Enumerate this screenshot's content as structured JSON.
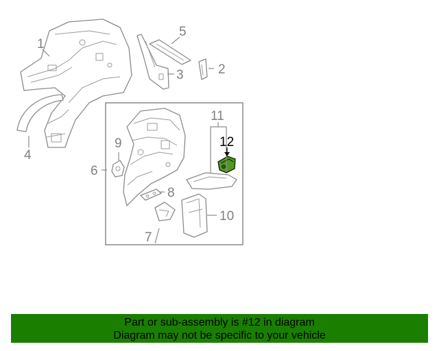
{
  "diagram": {
    "callouts": [
      {
        "id": "1",
        "label": "1"
      },
      {
        "id": "2",
        "label": "2"
      },
      {
        "id": "3",
        "label": "3"
      },
      {
        "id": "4",
        "label": "4"
      },
      {
        "id": "5",
        "label": "5"
      },
      {
        "id": "6",
        "label": "6"
      },
      {
        "id": "7",
        "label": "7"
      },
      {
        "id": "8",
        "label": "8"
      },
      {
        "id": "9",
        "label": "9"
      },
      {
        "id": "10",
        "label": "10"
      },
      {
        "id": "11",
        "label": "11"
      },
      {
        "id": "12",
        "label": "12"
      }
    ],
    "highlight_color": "#4f9a1c",
    "frame_color": "#8a8a8a"
  },
  "footer": {
    "line1": "Part or sub-assembly is #12 in diagram",
    "line2": "Diagram may not be specific to your vehicle",
    "background": "#1a7f00"
  }
}
